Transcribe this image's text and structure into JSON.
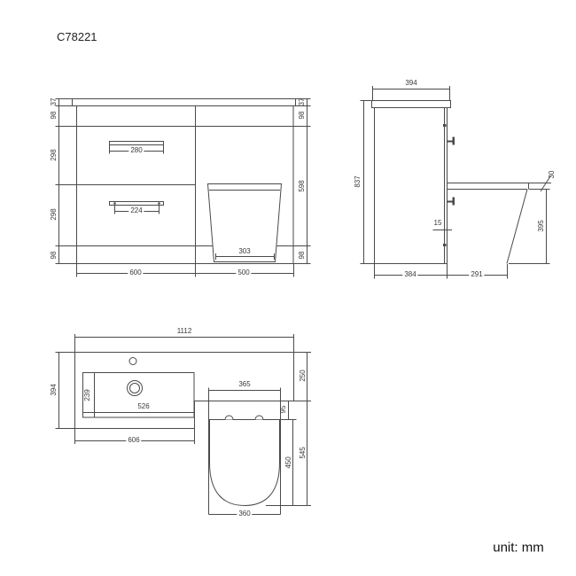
{
  "title": "C78221",
  "unit_label": "unit: mm",
  "colors": {
    "line": "#4a4a4a",
    "text": "#3a3a3a",
    "background": "#ffffff"
  },
  "views": {
    "front": {
      "left_dims": [
        "37",
        "98",
        "298",
        "298",
        "98"
      ],
      "right_dims": [
        "37",
        "98",
        "598",
        "98"
      ],
      "top_handle_width": "280",
      "bottom_handle_width": "224",
      "toilet_base_width": "303",
      "bottom_dims": [
        "600",
        "500"
      ]
    },
    "side": {
      "top_depth": "394",
      "total_height": "837",
      "door_thickness": "15",
      "seat_thickness": "30",
      "pan_height": "395",
      "bottom_dims": [
        "384",
        "291"
      ]
    },
    "plan": {
      "total_width": "1112",
      "left_depth": "394",
      "basin_inner_depth": "239",
      "basin_inner_width": "526",
      "vanity_width": "606",
      "wc_unit_width": "365",
      "seat_setback": "95",
      "seat_length": "450",
      "wc_total_depth": "545",
      "right_depth": "250",
      "seat_width": "360"
    }
  }
}
